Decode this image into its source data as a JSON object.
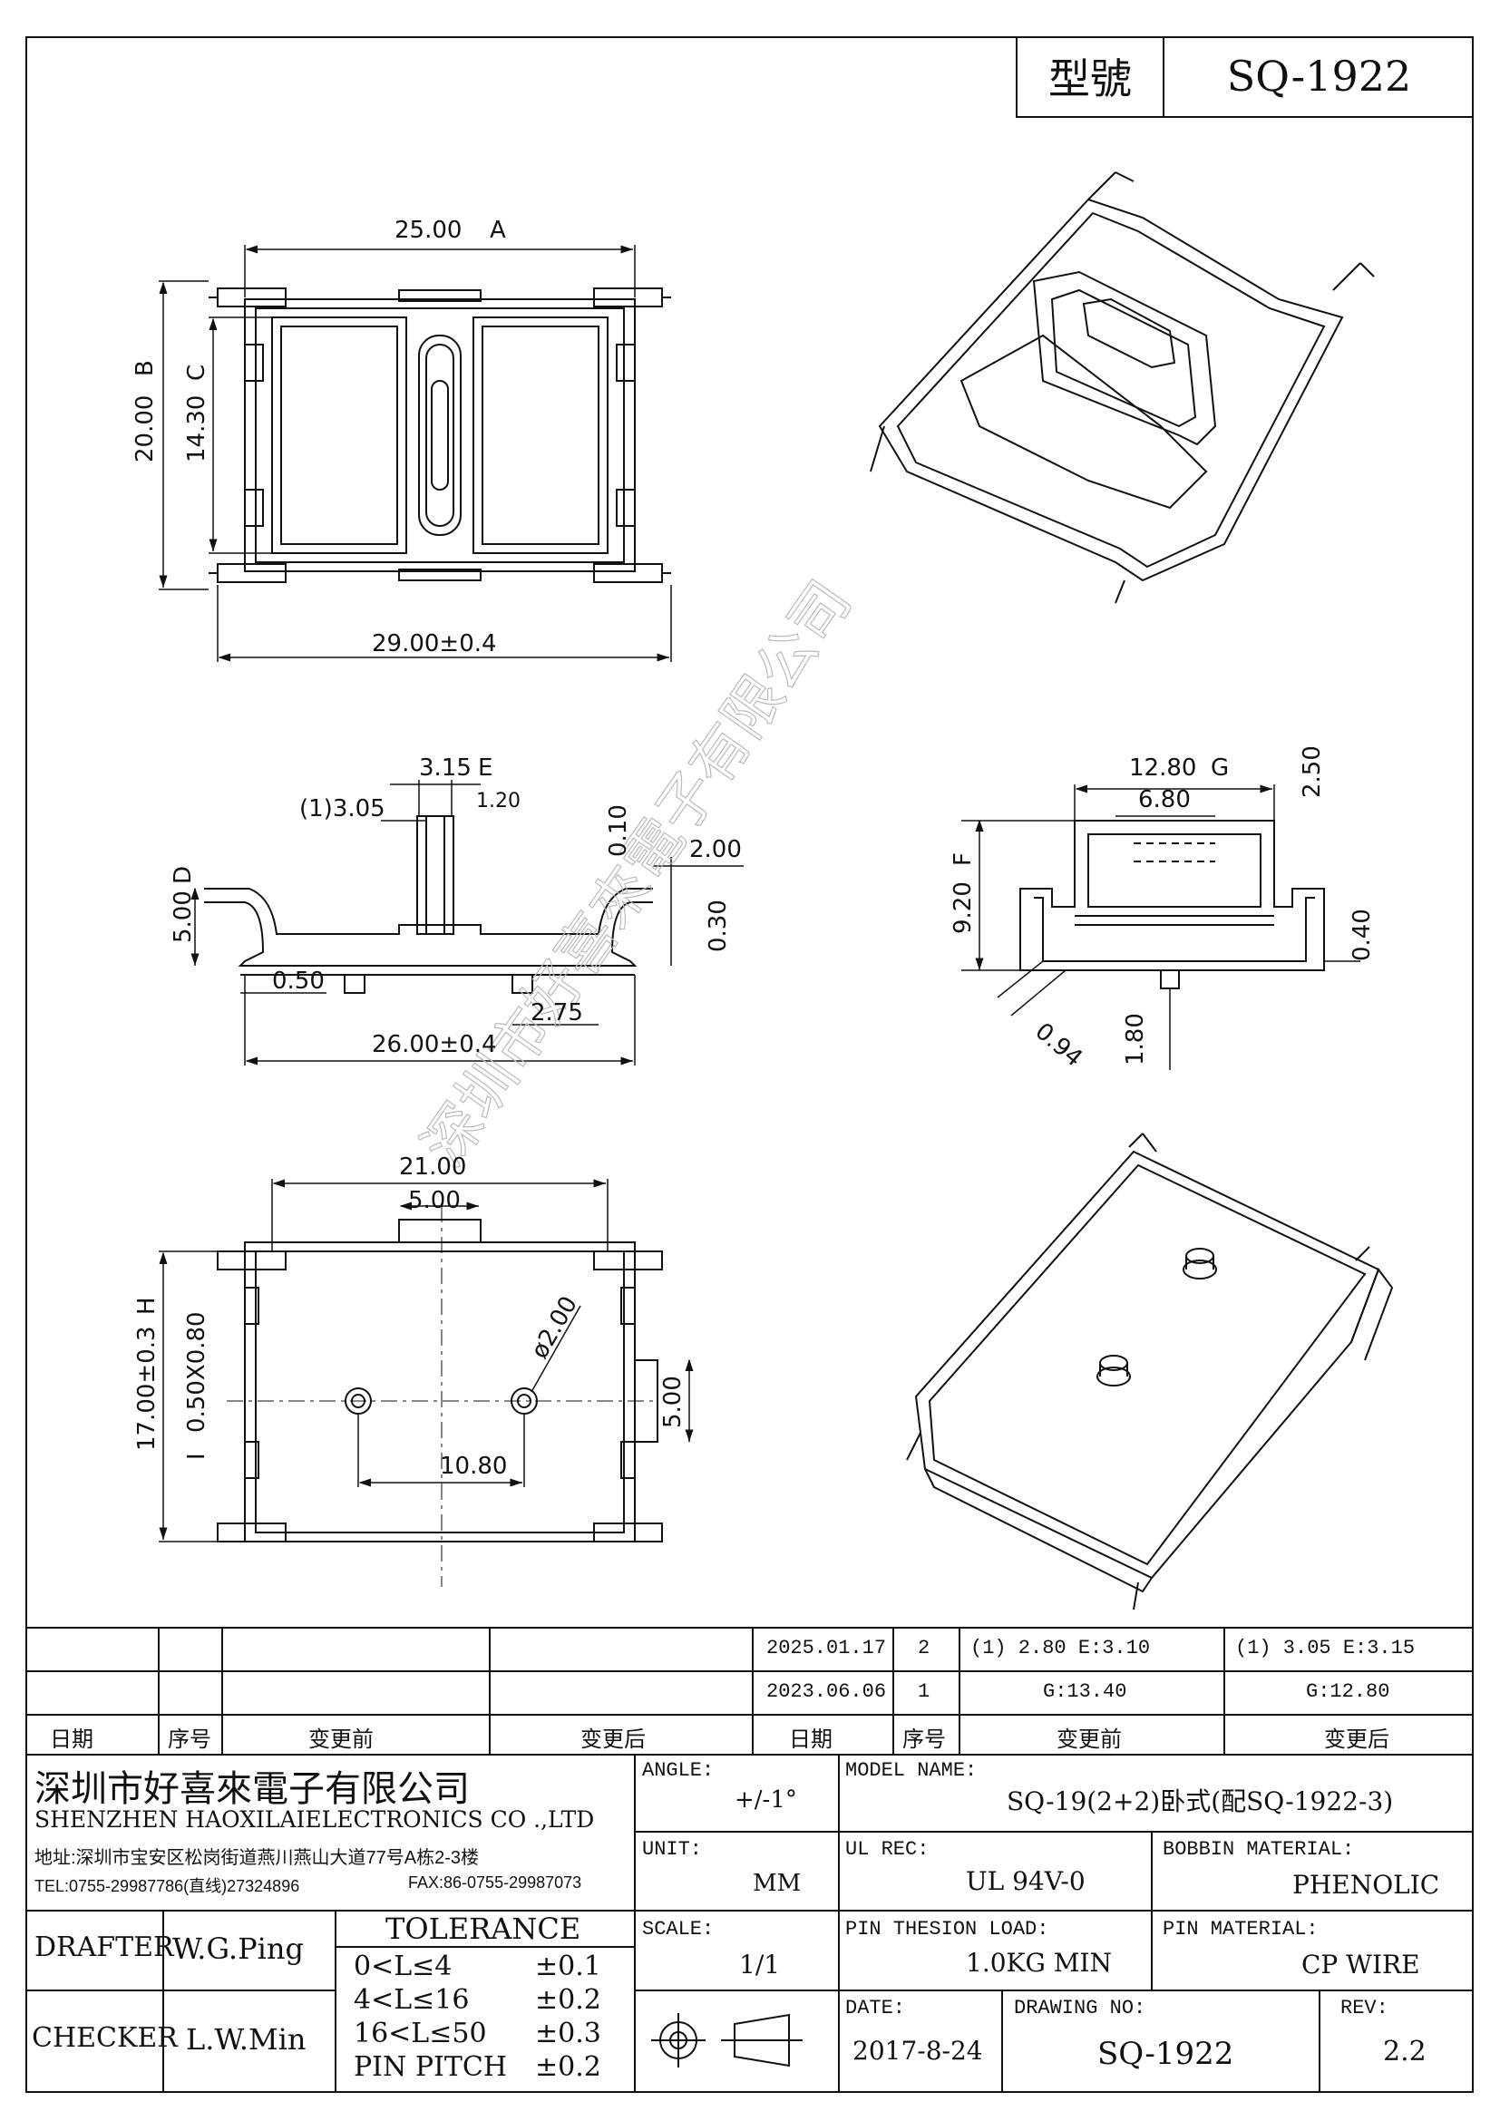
{
  "header": {
    "model_label": "型號",
    "model_value": "SQ-1922"
  },
  "watermark": "深圳市好喜來電子有限公司",
  "dimensions": {
    "top_view": {
      "width_a": "25.00",
      "marker_a": "A",
      "height_b": "20.00",
      "marker_b": "B",
      "height_c": "14.30",
      "marker_c": "C",
      "overall": "29.00±0.4"
    },
    "side_view": {
      "d1": "3.15",
      "marker_e": "E",
      "d2": "(1)3.05",
      "d3": "1.20",
      "d4": "0.10",
      "d5": "2.00",
      "d6": "5.00",
      "marker_d": "D",
      "d7": "0.30",
      "d8": "0.50",
      "d9": "2.75",
      "d10": "26.00±0.4"
    },
    "end_view": {
      "d1": "12.80",
      "marker_g": "G",
      "d2": "2.50",
      "d3": "6.80",
      "d4": "9.20",
      "marker_f": "F",
      "d5": "0.40",
      "d6": "0.94",
      "d7": "1.80"
    },
    "bottom_view": {
      "d1": "21.00",
      "d2": "5.00",
      "d3": "17.00±0.3",
      "marker_h": "H",
      "d4": "0.50X0.80",
      "marker_i": "I",
      "d5": "ø2.00",
      "d6": "5.00",
      "d7": "10.80"
    }
  },
  "revisions": {
    "rows": [
      {
        "date": "2025.01.17",
        "seq": "2",
        "before": "(1) 2.80  E:3.10",
        "after": "(1) 3.05  E:3.15"
      },
      {
        "date": "2023.06.06",
        "seq": "1",
        "before": "G:13.40",
        "after": "G:12.80"
      }
    ],
    "headers": {
      "date": "日期",
      "seq": "序号",
      "before": "变更前",
      "after": "变更后"
    }
  },
  "company": {
    "name_cn": "深圳市好喜來電子有限公司",
    "name_en": "SHENZHEN HAOXILAIELECTRONICS CO .,LTD",
    "address": "地址:深圳市宝安区松岗街道燕川燕山大道77号A栋2-3楼",
    "tel": "TEL:0755-29987786(直线)27324896",
    "fax": "FAX:86-0755-29987073"
  },
  "title_block": {
    "angle_label": "ANGLE:",
    "angle_value": "+/-1°",
    "model_name_label": "MODEL NAME:",
    "model_name_value": "SQ-19(2+2)卧式(配SQ-1922-3)",
    "unit_label": "UNIT:",
    "unit_value": "MM",
    "ul_label": "UL REC:",
    "ul_value": "UL 94V-0",
    "bobbin_label": "BOBBIN MATERIAL:",
    "bobbin_value": "PHENOLIC",
    "scale_label": "SCALE:",
    "scale_value": "1/1",
    "pin_load_label": "PIN THESION LOAD:",
    "pin_load_value": "1.0KG  MIN",
    "pin_material_label": "PIN MATERIAL:",
    "pin_material_value": "CP WIRE",
    "date_label": "DATE:",
    "date_value": "2017-8-24",
    "drawing_label": "DRAWING NO:",
    "drawing_value": "SQ-1922",
    "rev_label": "REV:",
    "rev_value": "2.2",
    "drafter_label": "DRAFTER",
    "drafter_value": "W.G.Ping",
    "checker_label": "CHECKER",
    "checker_value": "L.W.Min",
    "tolerance_title": "TOLERANCE",
    "tolerances": [
      {
        "range": "0<L≤4",
        "value": "±0.1"
      },
      {
        "range": "4<L≤16",
        "value": "±0.2"
      },
      {
        "range": "16<L≤50",
        "value": "±0.3"
      },
      {
        "range": "PIN PITCH",
        "value": "±0.2"
      }
    ]
  }
}
